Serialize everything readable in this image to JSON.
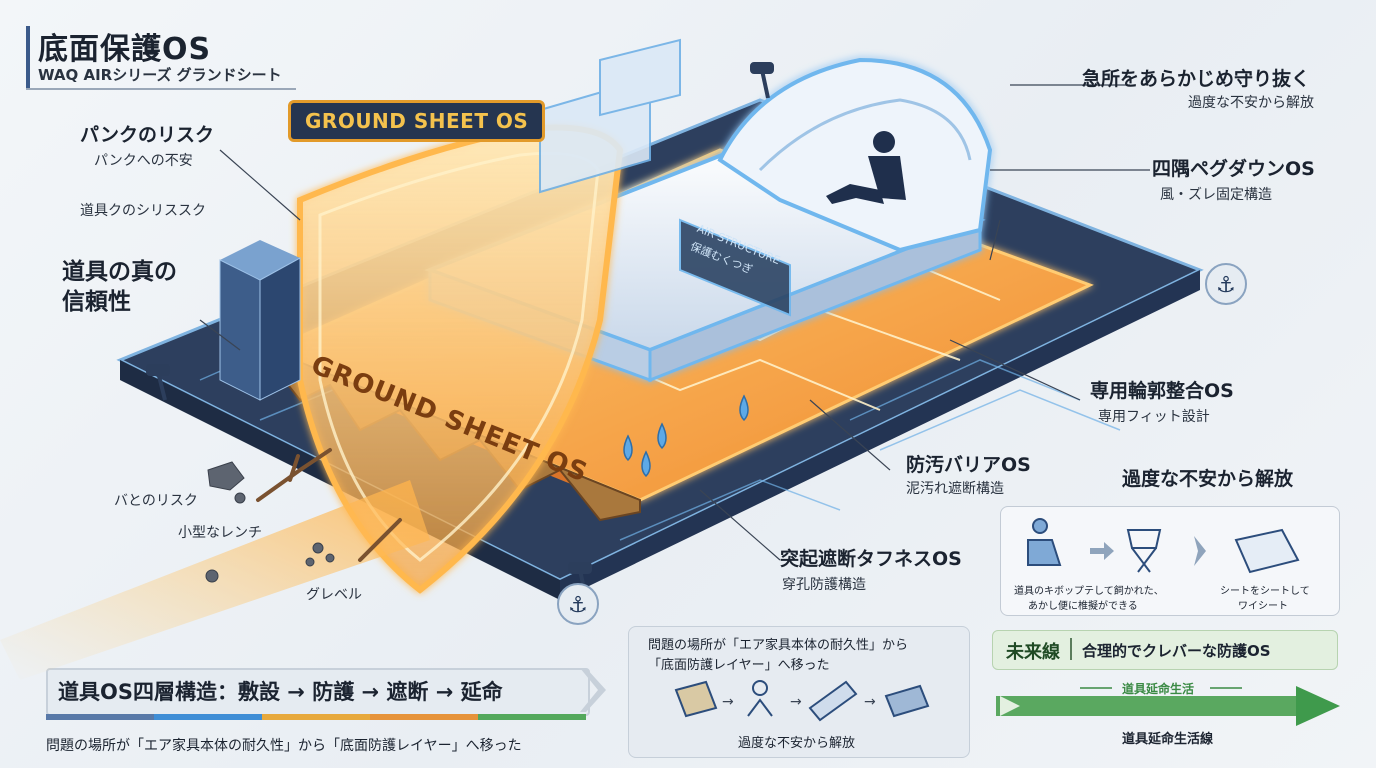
{
  "header": {
    "title": "底面保護OS",
    "subtitle": "WAQ AIRシリーズ グランドシート"
  },
  "badge": "GROUND SHEET OS",
  "sheet_label": "GROUND SHEET OS",
  "mattress_label": {
    "line1": "AIR STRUCTURE",
    "line2": "保護むくつぎ"
  },
  "left_callouts": {
    "puncture_title": "パンクのリスク",
    "puncture_sub": "パンクへの不安",
    "gear_risk": "道具クのシリススク",
    "trust_line1": "道具の真の",
    "trust_line2": "信頼性",
    "bottom_risk": "バとのリスク",
    "small_wrench": "小型なレンチ",
    "gravel": "グレベル"
  },
  "right_callouts": [
    {
      "main": "急所をあらかじめ守り抜く",
      "sub": "過度な不安から解放"
    },
    {
      "main": "四隅ペグダウンOS",
      "sub": "風・ズレ固定構造"
    },
    {
      "main": "専用輪郭整合OS",
      "sub": "専用フィット設計"
    },
    {
      "main": "防汚バリアOS",
      "sub": "泥汚れ遮断構造"
    },
    {
      "main": "突起遮断タフネスOS",
      "sub": "穿孔防護構造"
    }
  ],
  "right_panel": {
    "title": "過度な不安から解放",
    "caption1_line1": "道具のキボップテして飼かれた、",
    "caption1_line2": "あかし便に椎擬ができる",
    "caption2_line1": "シートをシートして",
    "caption2_line2": "ワイシート"
  },
  "bottom_left": {
    "layers": "道具OS四層構造：敷設 → 防護 → 遮断 → 延命",
    "note": "問題の場所が「エア家具本体の耐久性」から「底面防護レイヤー」へ移った",
    "colors": [
      "#5879a8",
      "#3f8ed6",
      "#e7a93d",
      "#e6933a",
      "#53a85c"
    ]
  },
  "middle_box": {
    "line1": "問題の場所が「エア家具本体の耐久性」から",
    "line2": "「底面防護レイヤー」へ移った",
    "footer": "過度な不安から解放"
  },
  "future": {
    "label": "未来線",
    "text": "合理的でクレバーな防護OS",
    "arrow_label": "道具延命生活",
    "bottom_note": "道具延命生活線"
  },
  "colors": {
    "orange_glow": "#f29a35",
    "blue_glow": "#5aa8e6",
    "navy": "#253550",
    "green": "#3f9a4c"
  }
}
